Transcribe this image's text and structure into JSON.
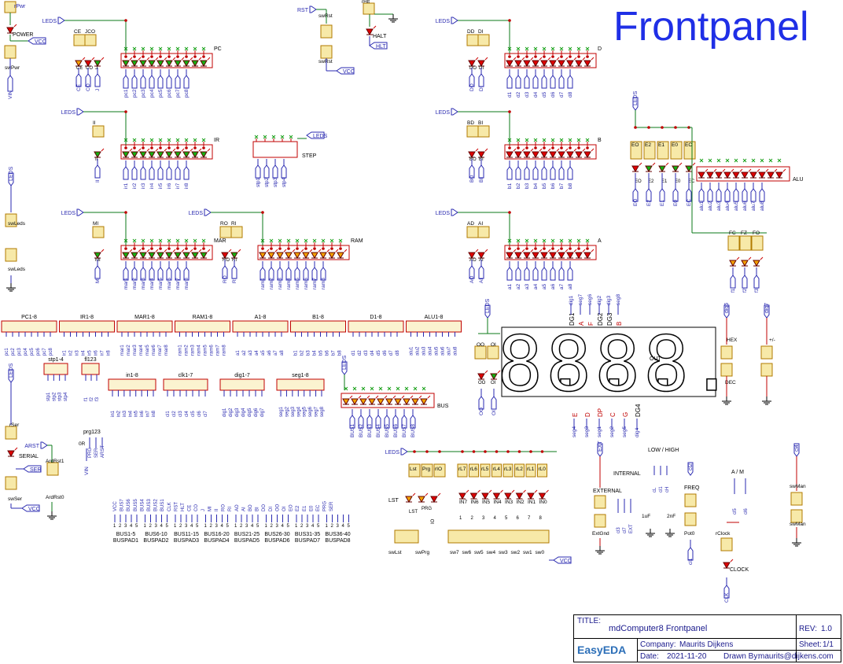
{
  "heading": "Frontpanel",
  "colors": {
    "wire": "#0b7a1a",
    "blue": "#2a2ab0",
    "red": "#c00000",
    "body": "#f7e9a8",
    "led_red": "#e00000",
    "led_green": "#13b013",
    "led_orange": "#f3a300",
    "net": "#2a2ab0"
  },
  "icons": [
    "led-icon",
    "switch-icon",
    "ground-icon",
    "resistor-network-icon",
    "connector-icon",
    "seven-segment-icon",
    "netflag-icon"
  ],
  "power": {
    "top_label": "rPwr",
    "led": "POWER",
    "vcc": "VCC",
    "switch": "swPwr",
    "vin": "VIN"
  },
  "reset": {
    "net": "RST",
    "switch_top": "swRst",
    "switch_bottom": "swRst",
    "vcc": "VCC"
  },
  "halt": {
    "top": "rHlt",
    "led": "HALT",
    "net": "HLT"
  },
  "leds_net": "LEDS",
  "pc": {
    "r1": "CE",
    "r2": "JCO",
    "title": "PC",
    "leds_small": [
      "CE",
      "CO",
      "J"
    ],
    "nets_small": [
      "CE",
      "CO",
      "J"
    ],
    "nets": [
      "pc1",
      "pc2",
      "pc3",
      "pc4",
      "pc5",
      "pc6",
      "pc7",
      "pc8"
    ]
  },
  "d_reg": {
    "r1": "DD",
    "r2": "DI",
    "title": "D",
    "leds_small": [
      "DO",
      "DI"
    ],
    "nets_small": [
      "DO",
      "DI"
    ],
    "nets": [
      "d1",
      "d2",
      "d3",
      "d4",
      "d5",
      "d6",
      "d7",
      "d8"
    ]
  },
  "ir": {
    "r1": "II",
    "title": "IR",
    "leds_small": [
      "II"
    ],
    "nets_small": [
      "II"
    ],
    "nets": [
      "ir1",
      "ir2",
      "ir3",
      "ir4",
      "ir5",
      "ir6",
      "ir7",
      "ir8"
    ]
  },
  "step": {
    "title": "STEP",
    "net": "LEDS",
    "nets": [
      "stp1",
      "stp2",
      "stp3",
      "stp4"
    ]
  },
  "b_reg": {
    "r1": "BD",
    "r2": "BI",
    "title": "B",
    "leds_small": [
      "BO",
      "BI"
    ],
    "nets_small": [
      "BO",
      "BI"
    ],
    "nets": [
      "b1",
      "b2",
      "b3",
      "b4",
      "b5",
      "b6",
      "b7",
      "b8"
    ]
  },
  "alu": {
    "flags": [
      "EO",
      "E2",
      "E1",
      "E0",
      "EC"
    ],
    "title": "ALU",
    "nets_small": [
      "EO",
      "E2",
      "E1",
      "E0",
      "EC"
    ],
    "nets": [
      "alu1",
      "alu2",
      "alu3",
      "alu4",
      "alu5",
      "alu6",
      "alu7",
      "alu8"
    ],
    "flag_leds": [
      "FC",
      "FZ",
      "FO"
    ],
    "flag_nets": [
      "f1",
      "f2",
      "f3"
    ]
  },
  "mar": {
    "r1": "MI",
    "title": "MAR",
    "leds_small": [
      "MI"
    ],
    "nets_small": [
      "MI"
    ],
    "nets": [
      "mar1",
      "mar2",
      "mar3",
      "mar4",
      "mar5",
      "mar6",
      "mar7",
      "mar8"
    ]
  },
  "ram": {
    "r1": "RO",
    "r2": "RI",
    "title": "RAM",
    "leds_small": [
      "RO",
      "RI"
    ],
    "nets_small": [
      "RO",
      "RI"
    ],
    "nets": [
      "ram1",
      "ram2",
      "ram3",
      "ram4",
      "ram5",
      "ram6",
      "ram7",
      "ram8"
    ]
  },
  "a_reg": {
    "r1": "AD",
    "r2": "AI",
    "title": "A",
    "leds_small": [
      "AO",
      "AI"
    ],
    "nets_small": [
      "AO",
      "AI"
    ],
    "nets": [
      "a1",
      "a2",
      "a3",
      "a4",
      "a5",
      "a6",
      "a7",
      "a8"
    ]
  },
  "leds_sw": {
    "net": "LEDS",
    "sw1": "swLeds",
    "sw2": "swLeds"
  },
  "connectors": [
    {
      "title": "PC1-8",
      "pins": [
        "pc1",
        "pc2",
        "pc3",
        "pc4",
        "pc5",
        "pc6",
        "pc7",
        "pc8"
      ]
    },
    {
      "title": "IR1-8",
      "pins": [
        "ir1",
        "ir2",
        "ir3",
        "ir4",
        "ir5",
        "ir6",
        "ir7",
        "ir8"
      ]
    },
    {
      "title": "MAR1-8",
      "pins": [
        "mar1",
        "mar2",
        "mar3",
        "mar4",
        "mar5",
        "mar6",
        "mar7",
        "mar8"
      ]
    },
    {
      "title": "RAM1-8",
      "pins": [
        "ram1",
        "ram2",
        "ram3",
        "ram4",
        "ram5",
        "ram6",
        "ram7",
        "ram8"
      ]
    },
    {
      "title": "A1-8",
      "pins": [
        "a1",
        "a2",
        "a3",
        "a4",
        "a5",
        "a6",
        "a7",
        "a8"
      ]
    },
    {
      "title": "B1-8",
      "pins": [
        "b1",
        "b2",
        "b3",
        "b4",
        "b5",
        "b6",
        "b7",
        "b8"
      ]
    },
    {
      "title": "D1-8",
      "pins": [
        "d1",
        "d2",
        "d3",
        "d4",
        "d5",
        "d6",
        "d7",
        "d8"
      ]
    },
    {
      "title": "ALU1-8",
      "pins": [
        "alu1",
        "alu2",
        "alu3",
        "alu4",
        "alu5",
        "alu6",
        "alu7",
        "alu8"
      ]
    }
  ],
  "connectors2": [
    {
      "title": "stp1-4",
      "pins": [
        "stp1",
        "stp2",
        "stp3",
        "stp4"
      ]
    },
    {
      "title": "fl123",
      "pins": [
        "f1",
        "f2",
        "f3"
      ]
    },
    {
      "title": "in1-8",
      "pins": [
        "in1",
        "in2",
        "in3",
        "in4",
        "in5",
        "in6",
        "in7",
        "in8"
      ]
    },
    {
      "title": "clk1-7",
      "pins": [
        "cl1",
        "cl2",
        "cl3",
        "cl4",
        "cl5",
        "cl6",
        "cl7"
      ]
    },
    {
      "title": "dig1-7",
      "pins": [
        "dig1",
        "dig2",
        "dig3",
        "dig4",
        "dig5",
        "dig6",
        "dig7"
      ]
    },
    {
      "title": "seg1-8",
      "pins": [
        "seg1",
        "seg2",
        "seg3",
        "seg4",
        "seg5",
        "seg6",
        "seg7",
        "seg8"
      ]
    },
    {
      "title": "prg123",
      "pins": [
        "PRG",
        "SER",
        "ARST"
      ]
    }
  ],
  "out": {
    "title": "OUT",
    "digits": [
      "8.",
      "8.",
      "8.",
      "8."
    ],
    "top_labels": [
      "DG1",
      "A",
      "F",
      "DG2",
      "DG3",
      "B"
    ],
    "top_nets": [
      "dig1",
      "seg7",
      "seg6",
      "dig2",
      "dig3",
      "seg8"
    ],
    "bottom_labels": [
      "E",
      "D",
      "DP",
      "C",
      "G",
      "DG4"
    ],
    "bottom_nets": [
      "seg4",
      "seg3",
      "seg1",
      "seg2",
      "seg5",
      "dig4"
    ],
    "oi_leds": [
      "OO",
      "OI"
    ],
    "oi_r": [
      "OO",
      "OI"
    ],
    "oi_nets": [
      "OO",
      "OI"
    ]
  },
  "hex": {
    "net": "dig6",
    "label": "HEX",
    "sw": "DEC",
    "net2": "dig7",
    "label2": "+/-"
  },
  "bus": {
    "title": "BUS",
    "net": "LEDS",
    "nets": [
      "BUS1",
      "BUS2",
      "BUS3",
      "BUS4",
      "BUS5",
      "BUS6",
      "BUS7",
      "BUS8"
    ]
  },
  "serial": {
    "net": "LEDS",
    "r": "rSer",
    "led": "SERIAL",
    "net2": "SER",
    "sw": "swSer",
    "vcc": "VCC",
    "arst": "ARST",
    "arst_r": "ArdRst1",
    "arst_sw": "ArdRst0",
    "or": "0R",
    "vin": "VIN"
  },
  "buspads": [
    {
      "title": "BUS1-5",
      "name": "BUSPAD1",
      "pins": [
        "VCC",
        "BUS7",
        "BUS6",
        "BUS5",
        "BUS4",
        "BUS3",
        "BUS2",
        "BUS1"
      ]
    },
    {
      "title": "BUS6-10",
      "name": "BUSPAD2",
      "pins": [
        "CLK",
        "RST",
        "HLT",
        "CE",
        "CO",
        "J",
        "MI",
        "II"
      ]
    },
    {
      "title": "BUS11-15",
      "name": "BUSPAD3",
      "pins": [
        "RO",
        "RI",
        "AO",
        "AI",
        "BO",
        "BI",
        "DO",
        "DI"
      ]
    },
    {
      "title": "BUS16-20",
      "name": "BUSPAD4",
      "pins": [
        "OO",
        "OI",
        "EO",
        "E2",
        "E1",
        "E0",
        "EC",
        "PRG",
        "SER"
      ]
    },
    {
      "title": "BUS21-25",
      "name": "BUSPAD5",
      "pins": []
    },
    {
      "title": "BUS26-30",
      "name": "BUSPAD6",
      "pins": []
    },
    {
      "title": "BUS31-35",
      "name": "BUSPAD7",
      "pins": []
    },
    {
      "title": "BUS36-40",
      "name": "BUSPAD8",
      "pins": []
    }
  ],
  "input": {
    "net": "LEDS",
    "top": [
      "Lst",
      "Prg",
      "rIO"
    ],
    "rl": [
      "rL7",
      "rL6",
      "rL5",
      "rL4",
      "rL3",
      "rL2",
      "rL1",
      "rL0"
    ],
    "lst": "LST",
    "prg": "PRG",
    "io": "IO",
    "in_leds": [
      "IN7",
      "IN6",
      "IN5",
      "IN4",
      "IN3",
      "IN2",
      "IN1",
      "IN0"
    ],
    "in_nums": [
      "1",
      "2",
      "3",
      "4",
      "5",
      "6",
      "7",
      "8"
    ],
    "sw_left": [
      "swLst",
      "swPrg"
    ],
    "sws": [
      "sw7",
      "sw6",
      "sw5",
      "sw4",
      "sw3",
      "sw2",
      "sw1",
      "sw0"
    ],
    "vcc": "VCC"
  },
  "clock": {
    "ext": "EXT",
    "internal": "INTERNAL",
    "external": "EXTERNAL",
    "extgnd": "ExtGnd",
    "lowhigh": "LOW / HIGH",
    "c_pins": [
      "cL",
      "cl1",
      "cH"
    ],
    "caps": [
      "1uF",
      "2nF"
    ],
    "freq": "FREQ",
    "pot": "Pot0",
    "cl2": "cl2",
    "cl1": "cl1",
    "am": "A / M",
    "am_pins": [
      "cl5",
      "cl6"
    ],
    "rclk": "rClock",
    "clock": "CLOCK",
    "clk": "CLK",
    "d_pins": [
      "cl3",
      "cl7",
      "EXT"
    ],
    "man_net": "cl4",
    "sw_man1": "swMan",
    "sw_man2": "swMan"
  },
  "title_block": {
    "title_label": "TITLE:",
    "title": "mdComputer8 Frontpanel",
    "rev_label": "REV:",
    "rev": "1.0",
    "company_label": "Company:",
    "company": "Maurits Dijkens",
    "sheet_label": "Sheet:",
    "sheet": "1/1",
    "date_label": "Date:",
    "date": "2021-11-20",
    "drawn_label": "Drawn By:",
    "drawn": "maurits@dijkens.com",
    "logo": "EasyEDA"
  }
}
